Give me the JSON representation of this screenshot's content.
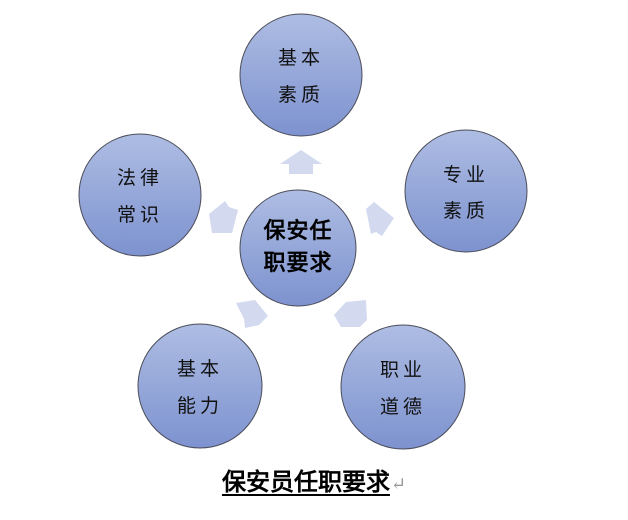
{
  "diagram": {
    "center": {
      "line1": "保安任",
      "line2": "职要求"
    },
    "nodes": [
      {
        "id": "top",
        "line1": "基本",
        "line2": "素质"
      },
      {
        "id": "right",
        "line1": "专业",
        "line2": "素质"
      },
      {
        "id": "bottom-right",
        "line1": "职业",
        "line2": "道德"
      },
      {
        "id": "bottom-left",
        "line1": "基本",
        "line2": "能力"
      },
      {
        "id": "left",
        "line1": "法律",
        "line2": "常识"
      }
    ],
    "colors": {
      "circle_top": "#a9b8e0",
      "circle_bottom": "#8094cf",
      "circle_border": "#4a4a55",
      "arrow": "#d2d9ee"
    }
  },
  "caption": {
    "text": "保安员任职要求",
    "paragraph_mark": "↵"
  }
}
